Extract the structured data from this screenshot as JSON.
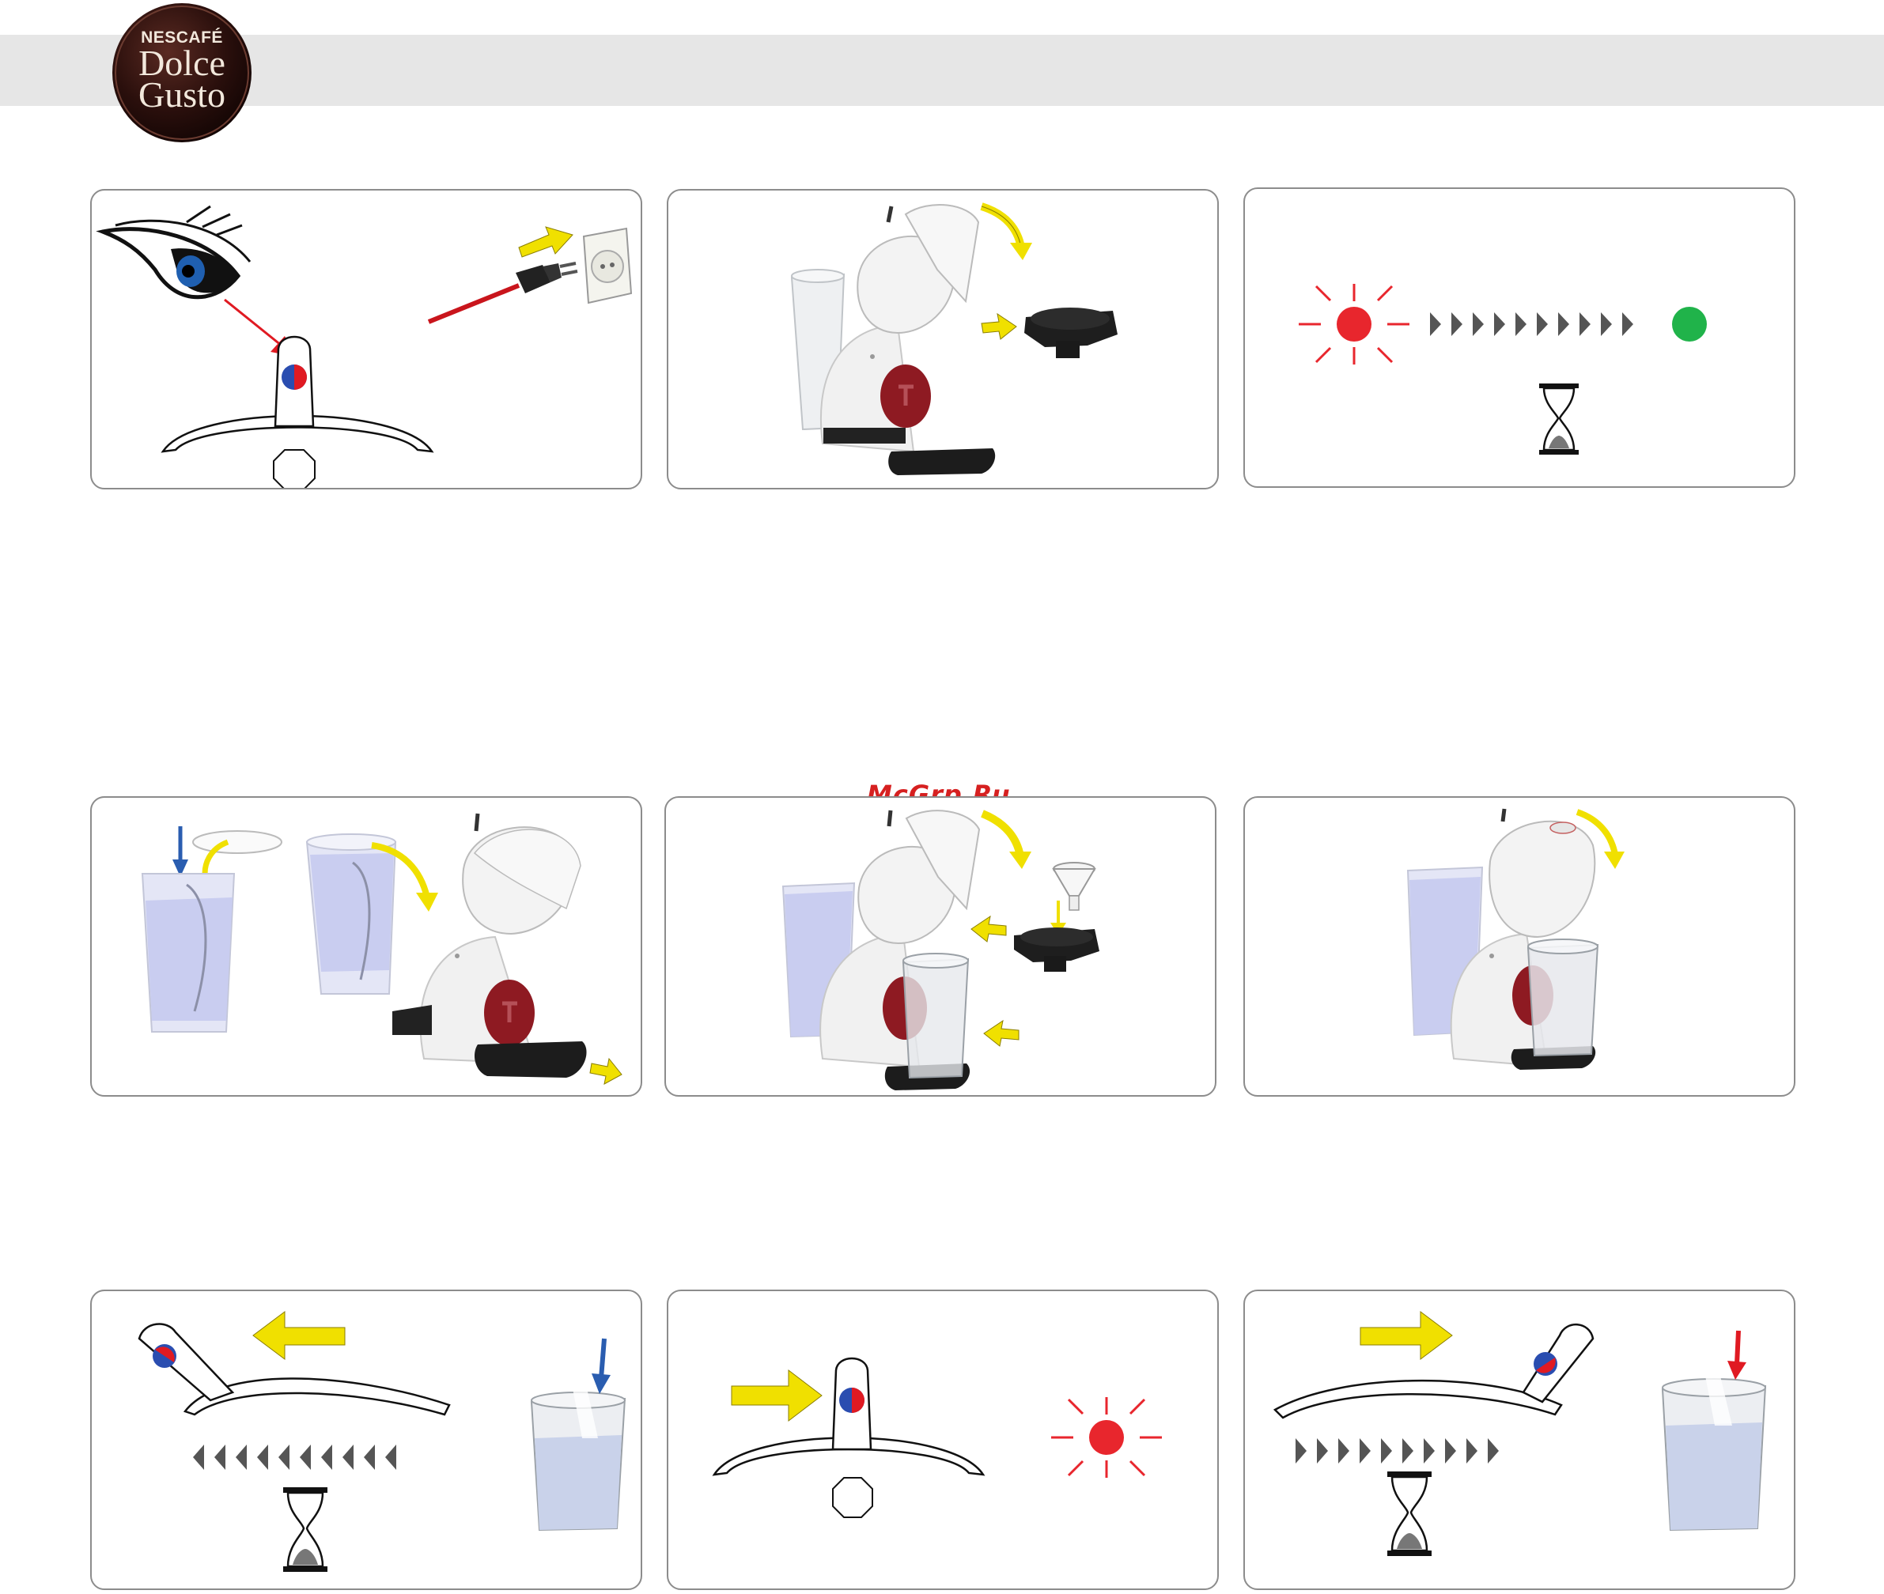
{
  "header": {
    "brand_line1": "NESCAFÉ",
    "brand_line2": "Dolce",
    "brand_line3": "Gusto"
  },
  "watermark": "McGrp.Ru",
  "colors": {
    "header_bar": "#e6e6e6",
    "panel_border": "#8c8c8c",
    "arrow_yellow": "#f0e000",
    "arrow_blue": "#2a5db0",
    "arrow_red": "#e01a22",
    "light_red": "#e8262d",
    "light_green": "#20b34a",
    "chevron_grey": "#555555",
    "machine_accent": "#8e1a22",
    "water_blue": "#c9cdf0"
  },
  "panels": [
    {
      "id": "check-light-and-plug-in",
      "icons": [
        "eye-icon",
        "lever-icon",
        "power-plug-icon",
        "wall-socket-icon"
      ]
    },
    {
      "id": "open-lid-remove-holder",
      "icons": [
        "coffee-machine-icon",
        "capsule-holder-icon"
      ]
    },
    {
      "id": "wait-until-ready",
      "icons": [
        "blinking-red-light-icon",
        "progress-chevrons-icon",
        "green-light-icon",
        "hourglass-icon"
      ]
    },
    {
      "id": "fill-water-tank",
      "icons": [
        "water-tank-icon",
        "coffee-machine-icon",
        "drip-tray-icon"
      ]
    },
    {
      "id": "insert-descaling-holder",
      "icons": [
        "coffee-machine-icon",
        "funnel-icon",
        "capsule-holder-icon",
        "cup-icon"
      ]
    },
    {
      "id": "close-lid",
      "icons": [
        "coffee-machine-icon",
        "cup-icon"
      ]
    },
    {
      "id": "move-lever-left",
      "icons": [
        "lever-icon",
        "left-chevrons-icon",
        "hourglass-icon",
        "cup-icon"
      ]
    },
    {
      "id": "lever-center-light-blinks",
      "icons": [
        "lever-icon",
        "blinking-red-light-icon"
      ]
    },
    {
      "id": "move-lever-right",
      "icons": [
        "lever-icon",
        "right-chevrons-icon",
        "hourglass-icon",
        "cup-icon"
      ]
    }
  ]
}
